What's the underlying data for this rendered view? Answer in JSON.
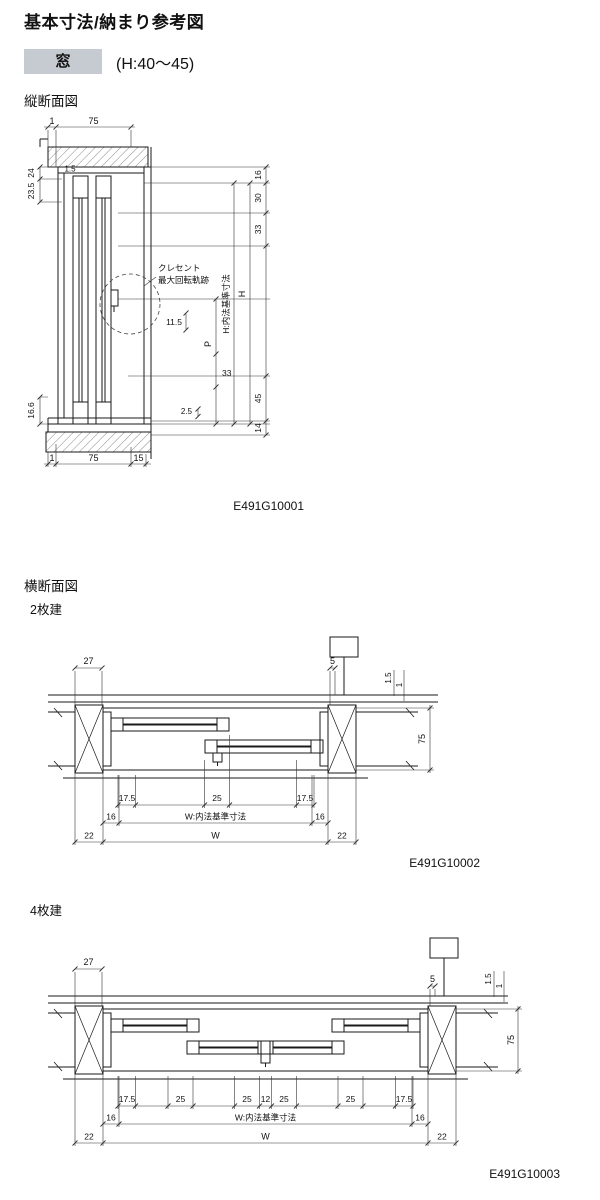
{
  "page": {
    "title": "基本寸法/納まり参考図"
  },
  "header": {
    "window_label": "窓",
    "height_range": "(H:40〜45)"
  },
  "vertical_section": {
    "title": "縦断面図",
    "code": "E491G10001",
    "crescent_note_line1": "クレセント",
    "crescent_note_line2": "最大回転軌跡",
    "dims": {
      "top_1": "1",
      "top_75": "75",
      "left_24": "24",
      "left_23_5": "23.5",
      "inner_1_5": "1.5",
      "right_16": "16",
      "right_30": "30",
      "right_33a": "33",
      "right_11_5": "11.5",
      "right_p": "P",
      "right_33b": "33",
      "right_2_5": "2.5",
      "right_45": "45",
      "right_14": "14",
      "h_label": "H:内法基準寸法",
      "h": "H",
      "left_16_6": "16.6",
      "bottom_1": "1",
      "bottom_75": "75",
      "bottom_15": "15"
    }
  },
  "horizontal_section": {
    "title": "横断面図",
    "two_panel": {
      "title": "2枚建",
      "code": "E491G10002",
      "dims": {
        "top_27": "27",
        "top_5": "5",
        "gap_1_5": "1.5",
        "gap_1": "1",
        "depth_75": "75",
        "glass_left": "17.5",
        "meeting_25": "25",
        "glass_right": "17.5",
        "frame_left": "16",
        "w_inner_label": "W:内法基準寸法",
        "frame_right": "16",
        "wall_left": "22",
        "w": "W",
        "wall_right": "22"
      }
    },
    "four_panel": {
      "title": "4枚建",
      "code": "E491G10003",
      "dims": {
        "top_27": "27",
        "top_5": "5",
        "gap_1_5": "1.5",
        "gap_1": "1",
        "depth_75": "75",
        "glass_left": "17.5",
        "interlock_left_25": "25",
        "center_left_25": "25",
        "center_12": "12",
        "center_right_25": "25",
        "interlock_right_25": "25",
        "glass_right": "17.5",
        "frame_left": "16",
        "w_inner_label": "W:内法基準寸法",
        "frame_right": "16",
        "wall_left": "22",
        "w": "W",
        "wall_right": "22"
      }
    }
  }
}
